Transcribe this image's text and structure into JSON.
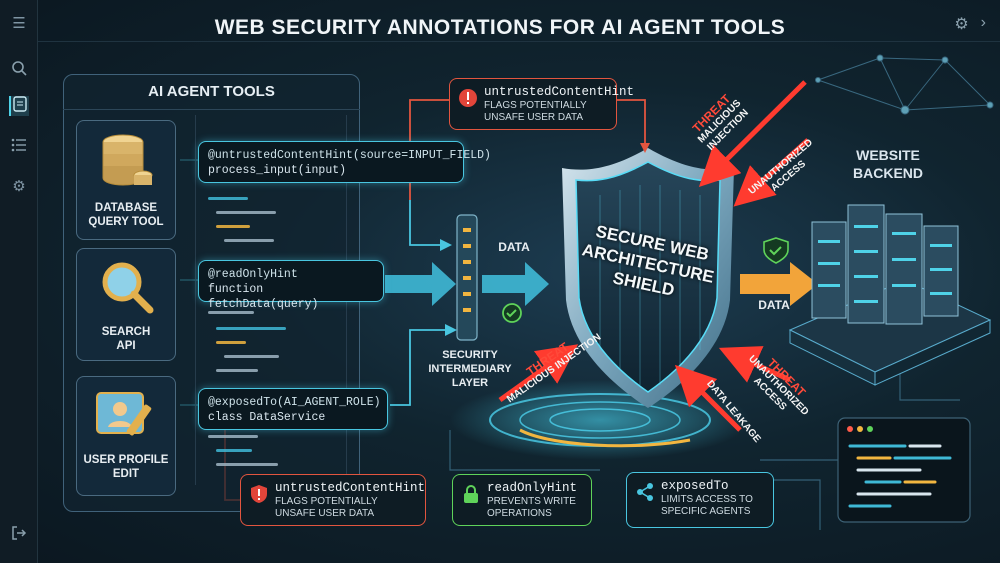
{
  "title": "WEB SECURITY ANNOTATIONS FOR AI AGENT TOOLS",
  "sidebar": {
    "icons": [
      "menu-icon",
      "search-icon",
      "document-icon",
      "list-icon",
      "gear-icon",
      "logout-icon"
    ]
  },
  "tools_panel": {
    "heading": "AI AGENT TOOLS",
    "tools": [
      {
        "line1": "DATABASE",
        "line2": "QUERY TOOL",
        "icon": "database-icon"
      },
      {
        "line1": "SEARCH",
        "line2": "API",
        "icon": "magnifier-icon"
      },
      {
        "line1": "USER PROFILE",
        "line2": "EDIT",
        "icon": "profile-edit-icon"
      }
    ]
  },
  "snippets": [
    {
      "line1": "@untrustedContentHint(source=INPUT_FIELD)",
      "line2": "process_input(input)"
    },
    {
      "line1": "@readOnlyHint",
      "line2": "function fetchData(query)"
    },
    {
      "line1": "@exposedTo(AI_AGENT_ROLE)",
      "line2": "class DataService"
    }
  ],
  "callouts": {
    "top": {
      "title": "untrustedContentHint",
      "line1": "FLAGS POTENTIALLY",
      "line2": "UNSAFE USER DATA"
    },
    "bottom_left": {
      "title": "untrustedContentHint",
      "line1": "FLAGS POTENTIALLY",
      "line2": "UNSAFE USER DATA"
    },
    "read_only": {
      "title": "readOnlyHint",
      "line1": "PREVENTS WRITE",
      "line2": "OPERATIONS"
    },
    "exposed": {
      "title": "exposedTo",
      "line1": "LIMITS ACCESS TO",
      "line2": "SPECIFIC AGENTS"
    }
  },
  "flow": {
    "data_left": "DATA",
    "data_right": "DATA",
    "intermediary": {
      "line1": "SECURITY",
      "line2": "INTERMEDIARY",
      "line3": "LAYER"
    }
  },
  "shield": {
    "line1": "SECURE WEB",
    "line2": "ARCHITECTURE",
    "line3": "SHIELD"
  },
  "backend": {
    "line1": "WEBSITE",
    "line2": "BACKEND"
  },
  "threats": [
    {
      "label": "THREAT",
      "detail": "MALICIOUS INJECTION"
    },
    {
      "label": "",
      "detail": "UNAUTHORIZED ACCESS"
    },
    {
      "label": "THREAT",
      "detail": "MALICIOUS INJECTION"
    },
    {
      "label": "THREAT",
      "detail": "UNAUTHORIZED ACCESS"
    },
    {
      "label": "",
      "detail": "DATA LEAKAGE"
    }
  ],
  "colors": {
    "accent": "#49c6e0",
    "threat": "#ff3b2f",
    "safe": "#5fd35a",
    "data_arrow": "#f2a43a"
  }
}
